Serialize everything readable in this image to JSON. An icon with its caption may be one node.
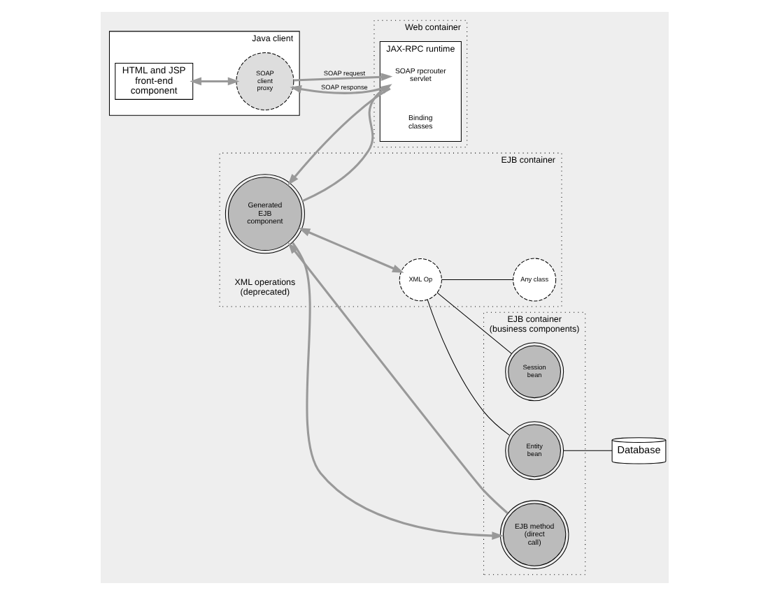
{
  "diagram": {
    "nodes": [
      {
        "text": [
          "Java client"
        ]
      },
      {
        "text": [
          "HTML and JSP front-end component"
        ],
        "in": 0
      },
      {
        "text": [
          "SOAP client proxy"
        ],
        "in": 0
      },
      {
        "text": [
          "Web container"
        ]
      },
      {
        "text": [
          "JAX-RPC runtime"
        ],
        "in": 3
      },
      {
        "text": [
          "SOAP rpcrouter servlet"
        ],
        "in": 4
      },
      {
        "text": [
          "Binding classes"
        ],
        "in": 4
      },
      {
        "text": [
          "EJB container",
          "(business components)"
        ]
      },
      {
        "text": [
          "EJB method (direct call)"
        ],
        "in": 7
      },
      {
        "text": [
          "Session bean"
        ],
        "in": 7
      },
      {
        "text": [
          "Entity bean"
        ],
        "in": 7
      },
      {
        "text": [
          "EJB container"
        ]
      },
      {
        "text": [
          "Generated EJB component"
        ],
        "in": 11
      },
      {
        "text": [
          "XML Op"
        ],
        "in": 11
      },
      {
        "text": [
          "Any class"
        ],
        "in": 11
      },
      {
        "text": [
          "XML operations (deprecated)"
        ],
        "in": 11
      },
      {
        "text": [
          "Database"
        ]
      }
    ],
    "edges": [
      {
        "from": 1,
        "to": 2,
        "arrow": "both"
      },
      {
        "from": 2,
        "to": 5,
        "arrow": "to",
        "label": "SOAP request"
      },
      {
        "from": 5,
        "to": 2,
        "arrow": "to",
        "label": "SOAP response"
      },
      {
        "from": 5,
        "to": 12,
        "arrow": "to"
      },
      {
        "from": 12,
        "to": 5,
        "arrow": "to"
      },
      {
        "from": 12,
        "to": 8,
        "arrow": "to"
      },
      {
        "from": 8,
        "to": 12,
        "arrow": "to"
      },
      {
        "from": 12,
        "to": 13,
        "arrow": "both"
      },
      {
        "from": 13,
        "to": 9,
        "arrow": "none",
        "color": "#000000"
      },
      {
        "from": 13,
        "to": 10,
        "arrow": "none",
        "color": "#000000"
      },
      {
        "from": 13,
        "to": 14,
        "arrow": "none",
        "color": "#000000"
      },
      {
        "from": 10,
        "to": 16,
        "arrow": "none",
        "color": "#000000"
      }
    ]
  }
}
